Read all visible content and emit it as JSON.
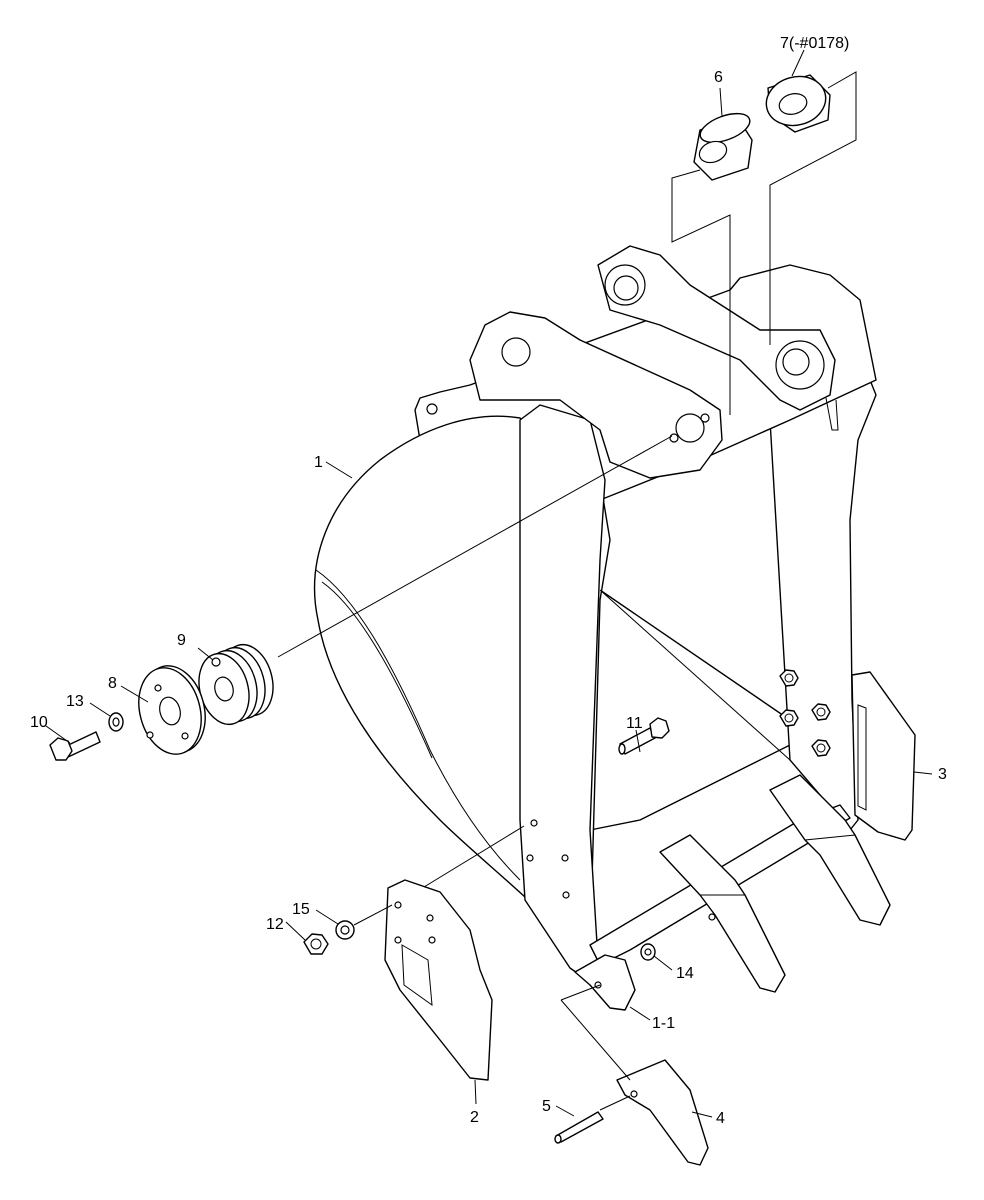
{
  "labels": {
    "p1": "1",
    "p1_1": "1-1",
    "p2": "2",
    "p3": "3",
    "p4": "4",
    "p5": "5",
    "p6": "6",
    "p7": "7(-#0178)",
    "p8": "8",
    "p9": "9",
    "p10": "10",
    "p11": "11",
    "p12": "12",
    "p13": "13",
    "p14": "14",
    "p15": "15"
  },
  "colors": {
    "line": "#000000",
    "background": "#ffffff"
  }
}
